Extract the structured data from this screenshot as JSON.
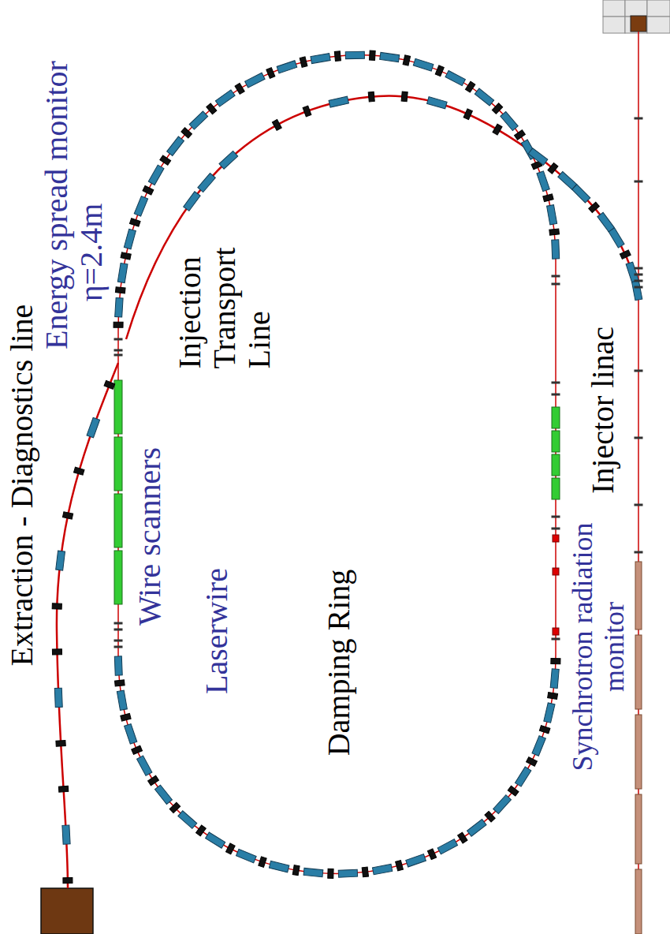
{
  "diagram": {
    "labels": [
      "Extraction - Diagnostics line",
      "Energy spread monitor",
      "η=2.4m",
      "Injection Transport Line",
      "Wire scanners",
      "Laserwire",
      "Damping Ring",
      "Injector linac",
      "Synchrotron radiation monitor"
    ]
  }
}
